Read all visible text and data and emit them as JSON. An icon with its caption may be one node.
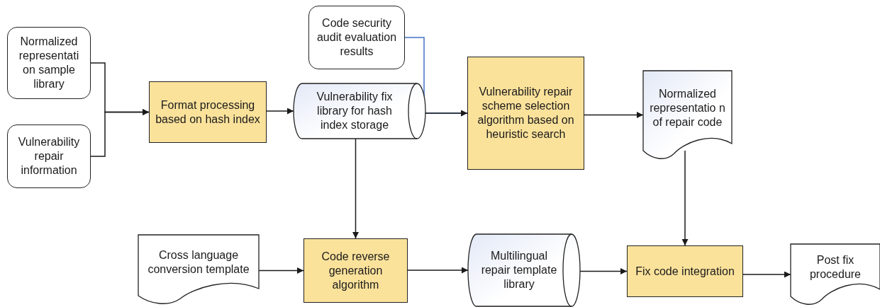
{
  "diagram": {
    "nodes": [
      {
        "text": [
          "Normalized representati on sample library"
        ]
      },
      {
        "text": [
          "Vulnerability repair information"
        ]
      },
      {
        "text": [
          "Format processing based on hash index"
        ]
      },
      {
        "text": [
          "Vulnerability fix library for hash index storage"
        ]
      },
      {
        "text": [
          "Code security audit evaluation results"
        ]
      },
      {
        "text": [
          "Vulnerability repair scheme selection algorithm based on heuristic search"
        ]
      },
      {
        "text": [
          "Normalized representatio n of repair code"
        ]
      },
      {
        "text": [
          "Cross language conversion template"
        ]
      },
      {
        "text": [
          "Code reverse generation algorithm"
        ]
      },
      {
        "text": [
          "Multilingual repair template library"
        ]
      },
      {
        "text": [
          "Fix code integration"
        ]
      },
      {
        "text": [
          "Post fix procedure"
        ]
      }
    ],
    "edges": [
      {
        "from": 0,
        "to": 2,
        "arrow": "to"
      },
      {
        "from": 1,
        "to": 2,
        "arrow": "to"
      },
      {
        "from": 2,
        "to": 3,
        "arrow": "to"
      },
      {
        "from": 4,
        "to": 5,
        "arrow": "to",
        "color": "#4472c4"
      },
      {
        "from": 3,
        "to": 5,
        "arrow": "to"
      },
      {
        "from": 3,
        "to": 8,
        "arrow": "to"
      },
      {
        "from": 5,
        "to": 6,
        "arrow": "to"
      },
      {
        "from": 6,
        "to": 10,
        "arrow": "to"
      },
      {
        "from": 7,
        "to": 8,
        "arrow": "to"
      },
      {
        "from": 8,
        "to": 9,
        "arrow": "to"
      },
      {
        "from": 9,
        "to": 10,
        "arrow": "to"
      },
      {
        "from": 10,
        "to": 11,
        "arrow": "to"
      }
    ]
  }
}
